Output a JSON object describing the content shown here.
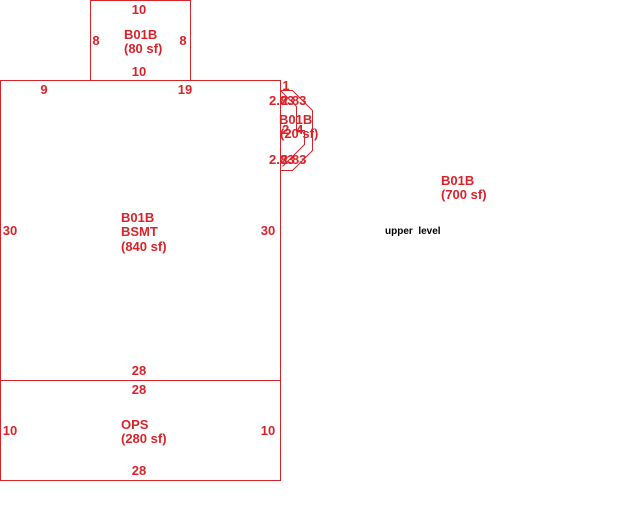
{
  "colors": {
    "line": "#d9232a",
    "note": "#000000",
    "background": "#ffffff"
  },
  "areas": {
    "top_room": {
      "name": "B01B",
      "area": "(80 sf)",
      "dims": {
        "top": "10",
        "bottom": "10",
        "left": "8",
        "right": "8"
      }
    },
    "basement": {
      "name": "B01B",
      "sub": "BSMT",
      "area": "(840 sf)",
      "dims": {
        "top_left": "9",
        "top_right": "19",
        "left": "30",
        "right": "30",
        "bottom": "28"
      }
    },
    "bay": {
      "name": "B01B",
      "area": "(20 sf)",
      "dims": {
        "top": "1",
        "upper_diag_a": "2.83",
        "upper_diag_b": "2.83",
        "front": "4",
        "side": "2",
        "lower_diag_a": "2.83",
        "lower_diag_b": "2.83"
      }
    },
    "ops": {
      "name": "OPS",
      "area": "(280 sf)",
      "dims": {
        "top": "28",
        "bottom": "28",
        "left": "10",
        "right": "10"
      }
    },
    "upper": {
      "name": "B01B",
      "area": "(700 sf)",
      "note": "upper  level"
    }
  }
}
